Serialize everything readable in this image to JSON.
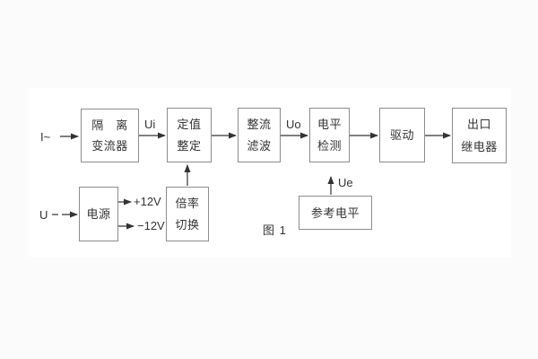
{
  "figure": {
    "caption": "图 1"
  },
  "colors": {
    "box_border": "#8c8c8c",
    "text": "#333333",
    "line": "#333333",
    "background": "#fbfbfb",
    "canvas": "#ffffff"
  },
  "blocks": {
    "isolation": {
      "line1": "隔 离",
      "line2": "变流器"
    },
    "setting": {
      "line1": "定值",
      "line2": "整定"
    },
    "rectifier": {
      "line1": "整流",
      "line2": "滤波"
    },
    "level_detect": {
      "line1": "电平",
      "line2": "检测"
    },
    "drive": {
      "line1": "驱动"
    },
    "output_relay": {
      "line1": "出口",
      "line2": "继电器"
    },
    "power": {
      "line1": "电源"
    },
    "ratio_switch": {
      "line1": "倍率",
      "line2": "切换"
    },
    "reference_level": {
      "line1": "参考电平"
    }
  },
  "signals": {
    "input_current": "I~",
    "input_voltage": "U",
    "ui": "Ui",
    "uo": "Uo",
    "ue": "Ue",
    "plus_12v": "+12V",
    "minus_12v": "−12V"
  }
}
